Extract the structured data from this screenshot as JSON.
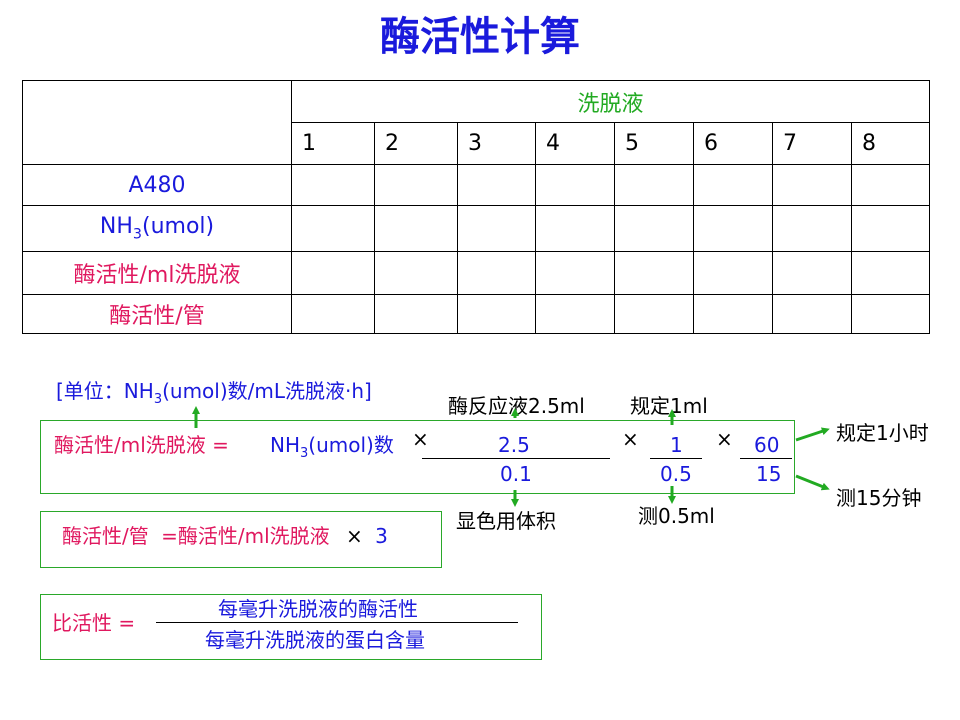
{
  "title": "酶活性计算",
  "table": {
    "group_header": "洗脱液",
    "columns": [
      "1",
      "2",
      "3",
      "4",
      "5",
      "6",
      "7",
      "8"
    ],
    "rows": [
      {
        "label": "A480"
      },
      {
        "label_main": "NH",
        "label_sub": "3",
        "label_rest": "(umol)"
      },
      {
        "label": "酶活性/ml洗脱液"
      },
      {
        "label": "酶活性/管"
      }
    ]
  },
  "unit_note": {
    "open": "[单位：NH",
    "sub": "3",
    "close": "(umol)数/mL洗脱液·h]"
  },
  "formula1": {
    "lhs": "酶活性/ml洗脱液 =",
    "nh3_main": "NH",
    "nh3_sub": "3",
    "nh3_rest": "(umol)数",
    "times": "×",
    "frac1": {
      "num": "2.5",
      "den": "0.1"
    },
    "frac2": {
      "num": "1",
      "den": "0.5"
    },
    "frac3": {
      "num": "60",
      "den": "15"
    }
  },
  "annotations": {
    "reaction_volume": "酶反应液2.5ml",
    "specified_1ml": "规定1ml",
    "color_volume": "显色用体积",
    "measured_05ml": "测0.5ml",
    "specified_1h": "规定1小时",
    "measured_15min": "测15分钟"
  },
  "formula2": {
    "lhs": "酶活性/管",
    "rhs": "=酶活性/ml洗脱液",
    "times": "×",
    "factor": "3"
  },
  "formula3": {
    "lhs": "比活性 =",
    "numerator": "每毫升洗脱液的酶活性",
    "denominator": "每毫升洗脱液的蛋白含量"
  },
  "colors": {
    "title": "#1a1adc",
    "pink": "#e0185f",
    "green": "#22aa22",
    "box_border": "#2aa82a"
  }
}
